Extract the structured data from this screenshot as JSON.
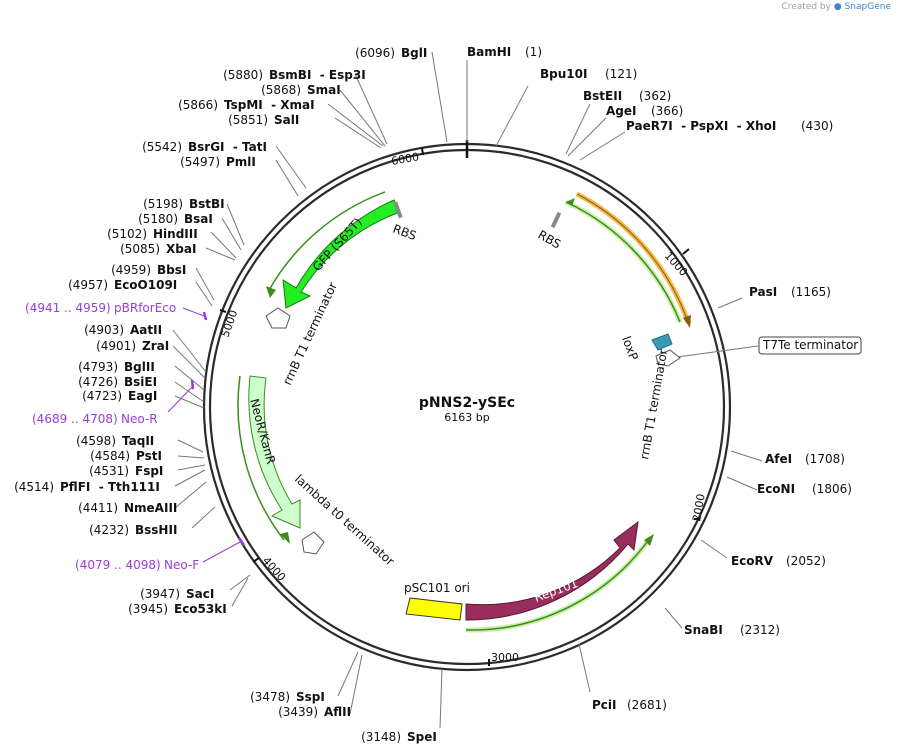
{
  "credit": {
    "prefix": "Created by",
    "brand": "SnapGene"
  },
  "plasmid": {
    "name": "pNNS2-ySEc",
    "size": "6163 bp"
  },
  "ticks": [
    "1000",
    "2000",
    "3000",
    "4000",
    "5000",
    "6000"
  ],
  "sites": [
    {
      "name": "BamHI",
      "pos": "(1)"
    },
    {
      "name": "Bpu10I",
      "pos": "(121)"
    },
    {
      "name": "BstEII",
      "pos": "(362)"
    },
    {
      "name": "AgeI",
      "pos": "(366)"
    },
    {
      "name": "PaeR7I  - PspXI  - XhoI",
      "pos": "(430)"
    },
    {
      "name": "PasI",
      "pos": "(1165)"
    },
    {
      "name": "AfeI",
      "pos": "(1708)"
    },
    {
      "name": "EcoNI",
      "pos": "(1806)"
    },
    {
      "name": "EcoRV",
      "pos": "(2052)"
    },
    {
      "name": "SnaBI",
      "pos": "(2312)"
    },
    {
      "name": "PciI",
      "pos": "(2681)"
    },
    {
      "name": "SpeI",
      "pos": "(3148)"
    },
    {
      "name": "AflII",
      "pos": "(3439)"
    },
    {
      "name": "SspI",
      "pos": "(3478)"
    },
    {
      "name": "Eco53kI",
      "pos": "(3945)"
    },
    {
      "name": "SacI",
      "pos": "(3947)"
    },
    {
      "name": "BssHII",
      "pos": "(4232)"
    },
    {
      "name": "NmeAIII",
      "pos": "(4411)"
    },
    {
      "name": "PflFI  - Tth111I",
      "pos": "(4514)"
    },
    {
      "name": "FspI",
      "pos": "(4531)"
    },
    {
      "name": "PstI",
      "pos": "(4584)"
    },
    {
      "name": "TaqII",
      "pos": "(4598)"
    },
    {
      "name": "EagI",
      "pos": "(4723)"
    },
    {
      "name": "BsiEI",
      "pos": "(4726)"
    },
    {
      "name": "BglII",
      "pos": "(4793)"
    },
    {
      "name": "ZraI",
      "pos": "(4901)"
    },
    {
      "name": "AatII",
      "pos": "(4903)"
    },
    {
      "name": "EcoO109I",
      "pos": "(4957)"
    },
    {
      "name": "BbsI",
      "pos": "(4959)"
    },
    {
      "name": "XbaI",
      "pos": "(5085)"
    },
    {
      "name": "HindIII",
      "pos": "(5102)"
    },
    {
      "name": "BsaI",
      "pos": "(5180)"
    },
    {
      "name": "BstBI",
      "pos": "(5198)"
    },
    {
      "name": "PmlI",
      "pos": "(5497)"
    },
    {
      "name": "BsrGI  - TatI",
      "pos": "(5542)"
    },
    {
      "name": "SalI",
      "pos": "(5851)"
    },
    {
      "name": "TspMI  - XmaI",
      "pos": "(5866)"
    },
    {
      "name": "SmaI",
      "pos": "(5868)"
    },
    {
      "name": "BsmBI  - Esp3I",
      "pos": "(5880)"
    },
    {
      "name": "BglI",
      "pos": "(6096)"
    }
  ],
  "primers": [
    {
      "name": "pBRforEco",
      "range": "(4941 .. 4959)"
    },
    {
      "name": "Neo-R",
      "range": "(4689 .. 4708)"
    },
    {
      "name": "Neo-F",
      "range": "(4079 .. 4098)"
    }
  ],
  "features": {
    "gfp": "GFP (S65T)",
    "rbs_left": "RBS",
    "rbs_right": "RBS",
    "term_left": "rrnB T1 terminator",
    "term_right": "rrnB T1 terminator",
    "loxp": "loxP",
    "t7te": "T7Te terminator",
    "neo": "NeoR/KanR",
    "lambda": "lambda t0 terminator",
    "psc101": "pSC101 ori",
    "rep101": "Rep101"
  },
  "colors": {
    "backbone": "#2b2b2b",
    "gfp": "#22ee22",
    "neo": "#ccffcc",
    "rep101": "#992e5e",
    "ori": "#ffff00",
    "orange_feature": "#f6b94a",
    "primer": "#9b3cd6",
    "loxp": "#3b9bb7"
  }
}
